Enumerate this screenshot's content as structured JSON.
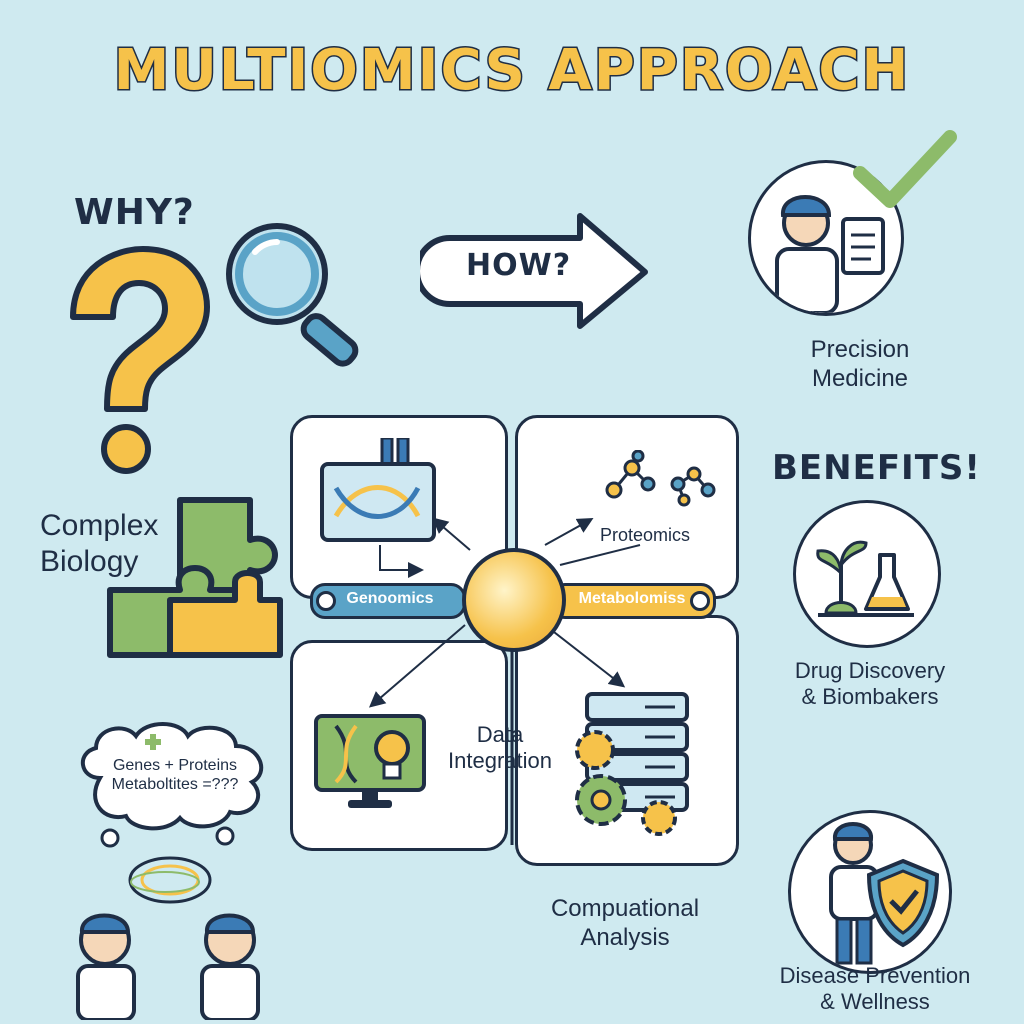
{
  "title": "MULTIOMICS APPROACH",
  "why": {
    "heading": "WHY?",
    "complex_biology_line1": "Complex",
    "complex_biology_line2": "Biology"
  },
  "how": {
    "label": "HOW?"
  },
  "thought_bubble": {
    "line1": "Genes + Proteins",
    "line2": "Metaboltites =???"
  },
  "hub": {
    "genomics": "Genoomics",
    "proteomics": "Proteomics",
    "metabolomics": "Metabolomiss",
    "data_integration_line1": "Data",
    "data_integration_line2": "Integration",
    "computational_line1": "Compuational",
    "computational_line2": "Analysis"
  },
  "benefits": {
    "heading": "BENEFITS!",
    "precision_line1": "Precision",
    "precision_line2": "Medicine",
    "drug_line1": "Drug Discovery",
    "drug_line2": "& Biombakers",
    "disease_line1": "Disease Prevention",
    "disease_line2": "& Wellness"
  },
  "colors": {
    "background": "#cfeaf0",
    "accent_yellow": "#f6c24a",
    "accent_green": "#8dbb6a",
    "accent_blue": "#5aa3c7",
    "outline": "#1f2e45"
  }
}
